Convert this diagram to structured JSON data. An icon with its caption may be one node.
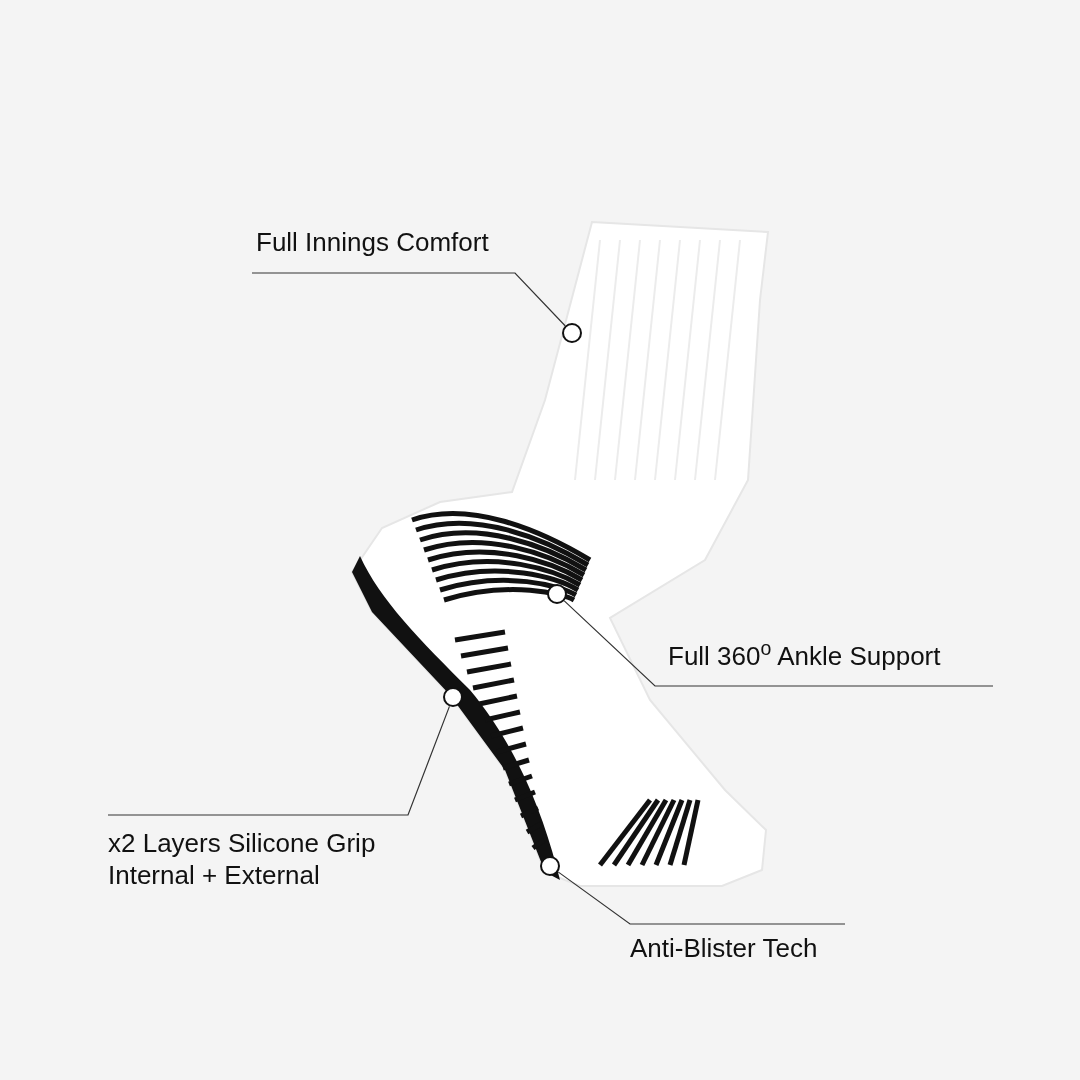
{
  "diagram": {
    "nodes": [
      {
        "text": [
          "Full Innings Comfort"
        ]
      },
      {
        "text": [],
        "shape": "circle"
      },
      {
        "text": [],
        "shape": "circle"
      },
      {
        "text": [
          "Full 360$^{o}$ Ankle Support"
        ]
      },
      {
        "text": [],
        "shape": "circle"
      },
      {
        "text": [
          "x2 Layers Silicone Grip Internal + External"
        ]
      },
      {
        "text": [],
        "shape": "circle"
      },
      {
        "text": [
          "Anti-Blister Tech"
        ]
      }
    ],
    "edges": [
      {
        "from": 0,
        "to": 1,
        "arrow": "none"
      },
      {
        "from": 3,
        "to": 2,
        "arrow": "none"
      },
      {
        "from": 5,
        "to": 4,
        "arrow": "none"
      },
      {
        "from": 7,
        "to": 6,
        "arrow": "none"
      }
    ]
  }
}
